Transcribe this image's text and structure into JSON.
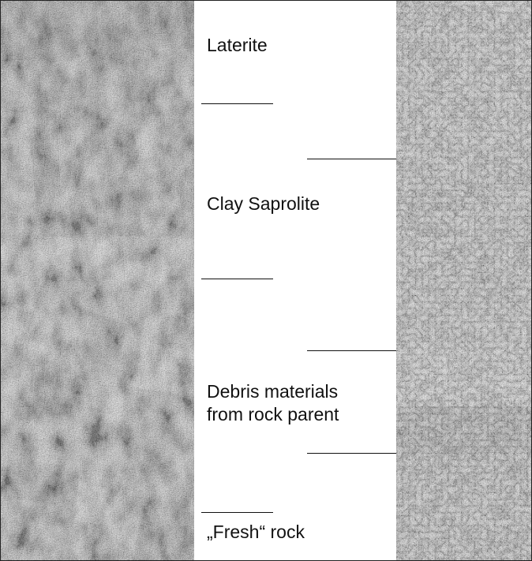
{
  "labels": {
    "laterite": "Laterite",
    "clay_saprolite": "Clay Saprolite",
    "debris": "Debris materials\nfrom rock parent",
    "fresh_rock": "„Fresh“ rock"
  }
}
